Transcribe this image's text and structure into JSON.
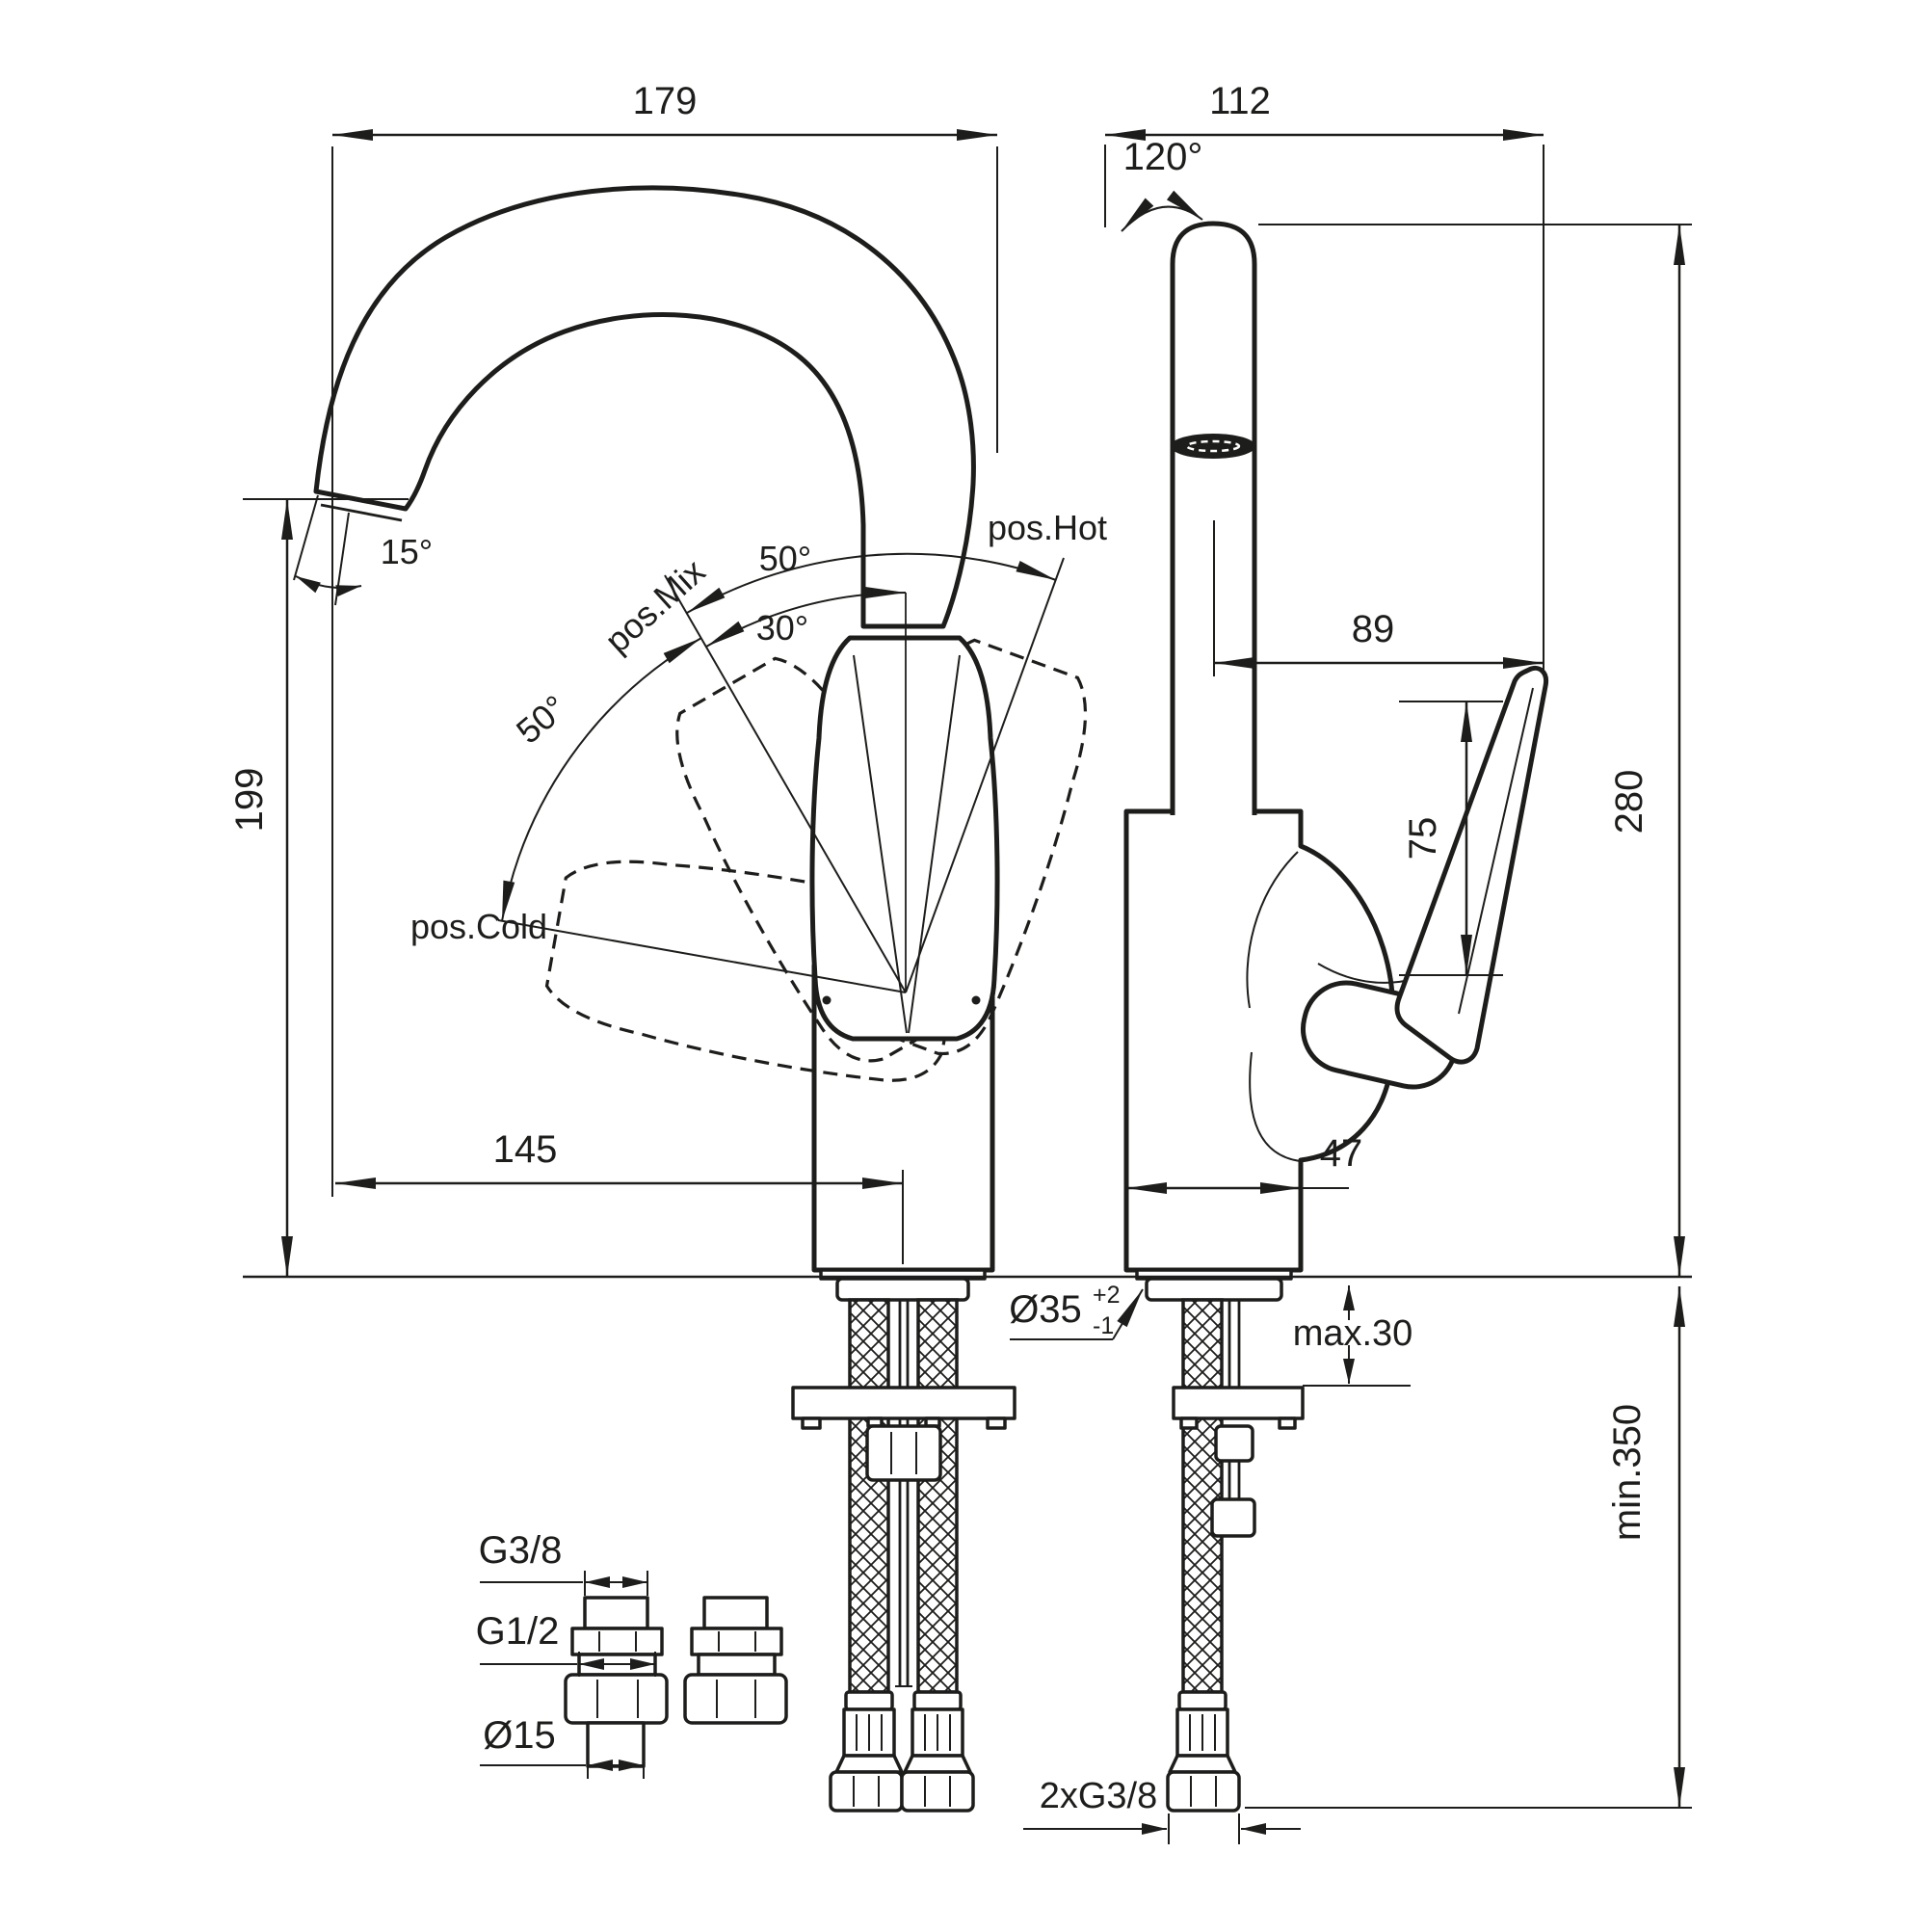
{
  "front_view": {
    "overall_width": "179",
    "outlet_height": "199",
    "spout_reach": "145",
    "spout_tip_angle": "15°",
    "handle_angle_mix": "30°",
    "handle_angle_hot": "50°",
    "handle_angle_cold": "50°",
    "pos_mix": "pos.Mix",
    "pos_hot": "pos.Hot",
    "pos_cold": "pos.Cold"
  },
  "side_view": {
    "overall_depth": "112",
    "swivel_angle": "120°",
    "spout_to_handle": "89",
    "overall_height": "280",
    "handle_height": "75",
    "body_depth": "47",
    "mounting_hole": "Ø35",
    "mounting_hole_tol_plus": "+2",
    "mounting_hole_tol_minus": "-1",
    "deck_thickness": "max.30",
    "hose_clearance": "min.350",
    "hose_threads": "2xG3/8"
  },
  "adapters": {
    "thread_small": "G3/8",
    "thread_large": "G1/2",
    "tube_diameter": "Ø15"
  },
  "colors": {
    "ink": "#1d1d1b",
    "paper": "#ffffff"
  }
}
